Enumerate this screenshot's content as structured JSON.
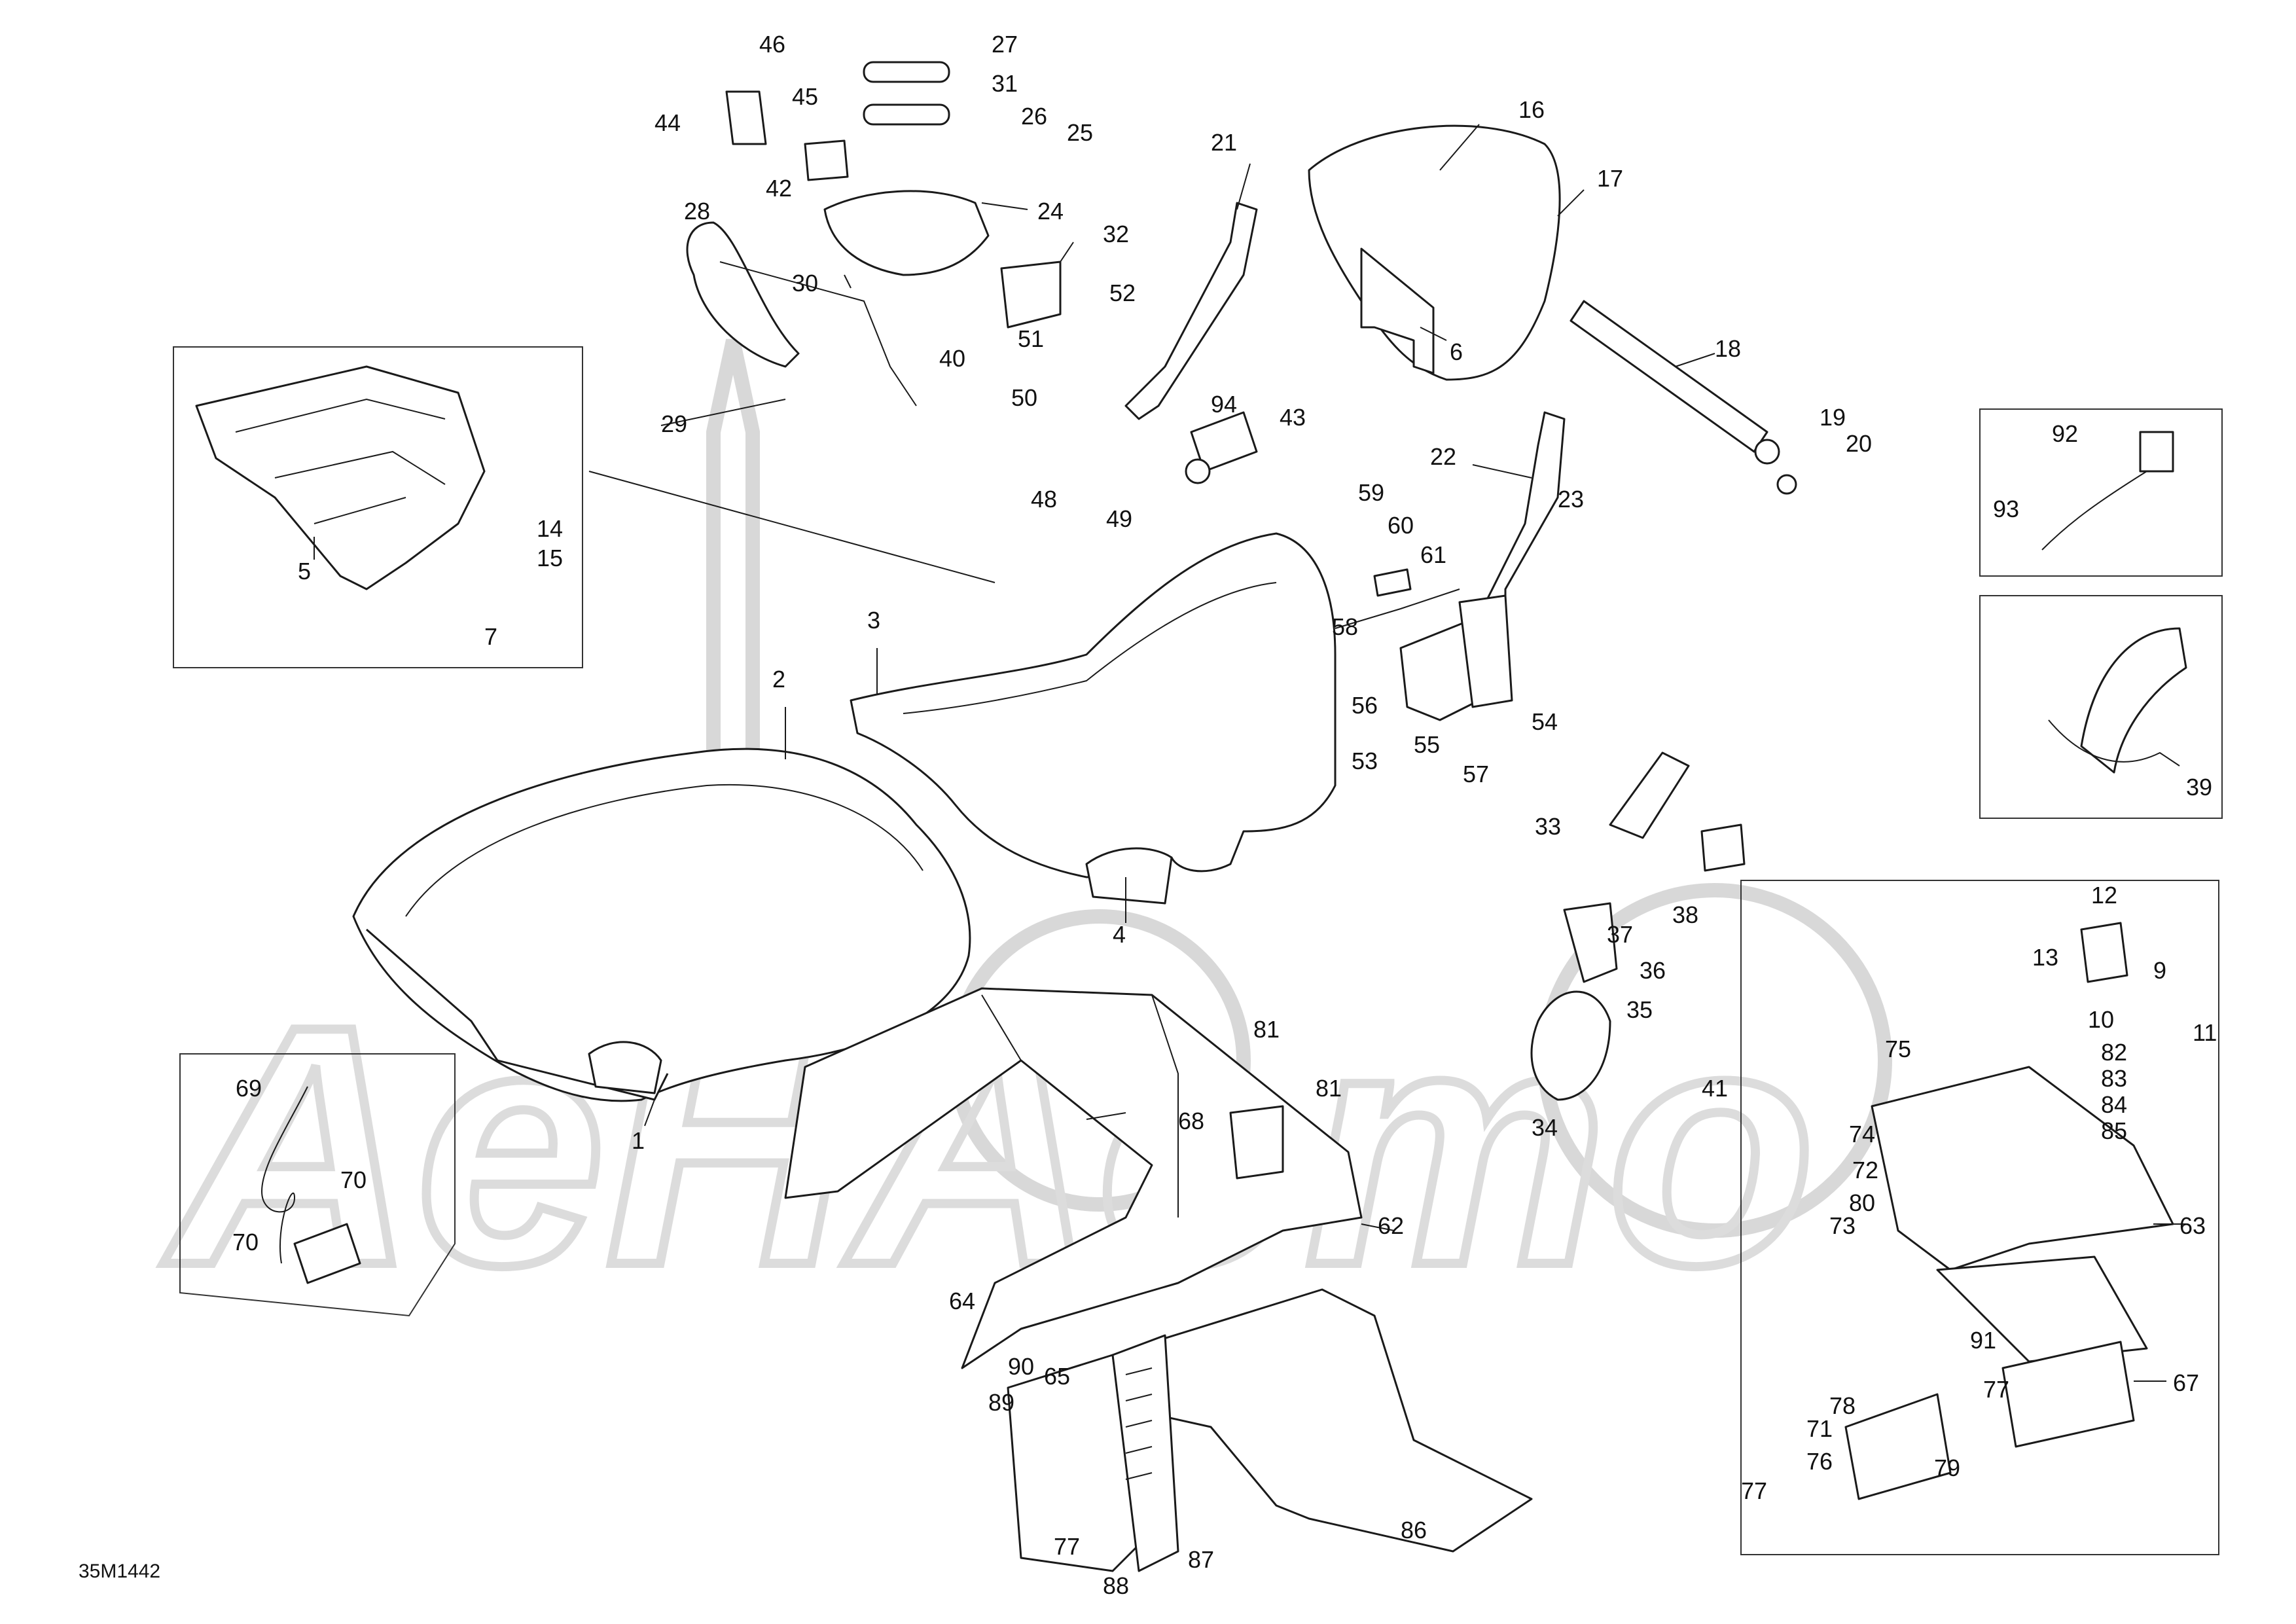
{
  "figure": {
    "reference": "35M1442",
    "watermark": "AeHAomo",
    "accent_color": "#1a1a1a",
    "watermark_color": "#d8d8d8"
  },
  "callouts": [
    "1",
    "2",
    "3",
    "4",
    "5",
    "6",
    "7",
    "9",
    "10",
    "11",
    "12",
    "13",
    "14",
    "15",
    "16",
    "17",
    "18",
    "19",
    "20",
    "21",
    "22",
    "23",
    "24",
    "25",
    "26",
    "27",
    "28",
    "29",
    "30",
    "31",
    "32",
    "33",
    "34",
    "35",
    "36",
    "37",
    "38",
    "39",
    "40",
    "41",
    "42",
    "43",
    "44",
    "45",
    "46",
    "48",
    "49",
    "50",
    "51",
    "52",
    "53",
    "54",
    "55",
    "56",
    "57",
    "58",
    "59",
    "60",
    "61",
    "62",
    "63",
    "64",
    "65",
    "67",
    "68",
    "69",
    "70",
    "71",
    "72",
    "73",
    "74",
    "75",
    "76",
    "77",
    "78",
    "79",
    "80",
    "81",
    "82",
    "83",
    "84",
    "85",
    "86",
    "87",
    "88",
    "89",
    "90",
    "91",
    "92",
    "93",
    "94"
  ]
}
